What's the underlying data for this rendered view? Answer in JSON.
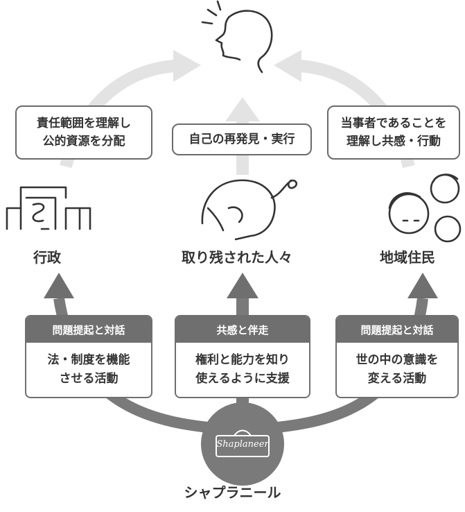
{
  "diagram": {
    "outcome_boxes": [
      {
        "text": "責任範囲を理解し\n公的資源を分配"
      },
      {
        "text": "自己の再発見・実行"
      },
      {
        "text": "当事者であることを\n理解し共感・行動"
      }
    ],
    "actors": [
      {
        "label": "行政",
        "icon": "government-building-icon"
      },
      {
        "label": "取り残された人々",
        "icon": "person-head-icon"
      },
      {
        "label": "地域住民",
        "icon": "residents-group-icon"
      }
    ],
    "activities": [
      {
        "header": "問題提起と対話",
        "body": "法・制度を機能\nさせる活動"
      },
      {
        "header": "共感と伴走",
        "body": "権利と能力を知り\n使えるように支援"
      },
      {
        "header": "問題提起と対話",
        "body": "世の中の意識を\n変える活動"
      }
    ],
    "organization": {
      "name": "シャプラニール",
      "logo_text": "Shaplaneer",
      "logo_icon": "shaplaneer-logo-icon"
    },
    "top_icon": "speaking-person-icon",
    "colors": {
      "flow_gray": "#e3e3e3",
      "dark_gray": "#6f6f6f",
      "text": "#333333",
      "logo_circle": "#7a7a7a"
    }
  }
}
